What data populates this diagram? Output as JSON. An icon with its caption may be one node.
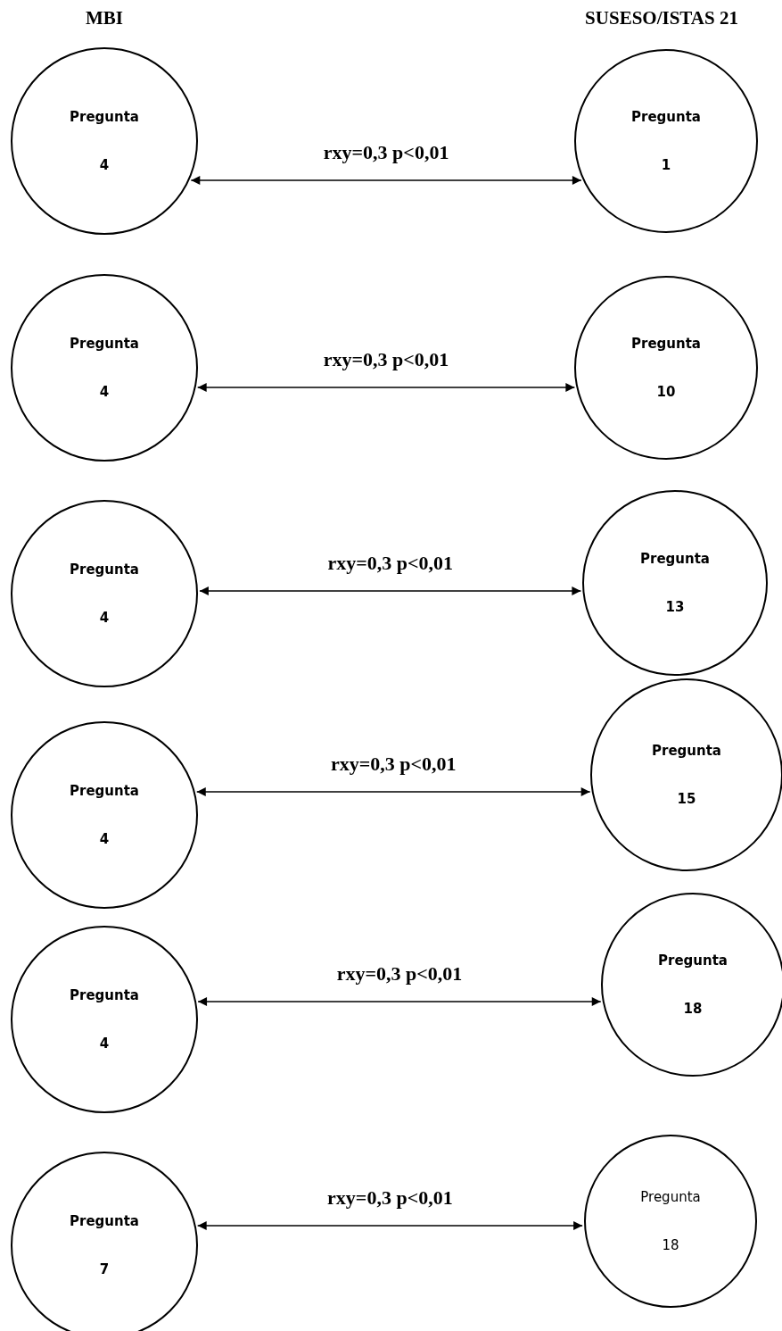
{
  "diagram": {
    "nodes": [
      {
        "text": [
          "Pregunta",
          "4"
        ]
      },
      {
        "text": [
          "Pregunta",
          "1"
        ]
      },
      {
        "text": [
          "Pregunta",
          "4"
        ]
      },
      {
        "text": [
          "Pregunta",
          "10"
        ]
      },
      {
        "text": [
          "Pregunta",
          "4"
        ]
      },
      {
        "text": [
          "Pregunta",
          "13"
        ]
      },
      {
        "text": [
          "Pregunta",
          "4"
        ]
      },
      {
        "text": [
          "Pregunta",
          "15"
        ]
      },
      {
        "text": [
          "Pregunta",
          "4"
        ]
      },
      {
        "text": [
          "Pregunta",
          "18"
        ]
      },
      {
        "text": [
          "Pregunta",
          "7"
        ]
      },
      {
        "text": [
          "Pregunta",
          "18"
        ]
      }
    ],
    "edges": [
      {
        "from": 0,
        "to": 1,
        "arrow": "both",
        "label": "rxy=0,3 p<0,01"
      },
      {
        "from": 2,
        "to": 3,
        "arrow": "both",
        "label": "rxy=0,3 p<0,01"
      },
      {
        "from": 4,
        "to": 5,
        "arrow": "both",
        "label": "rxy=0,3 p<0,01"
      },
      {
        "from": 6,
        "to": 7,
        "arrow": "both",
        "label": "rxy=0,3 p<0,01"
      },
      {
        "from": 8,
        "to": 9,
        "arrow": "both",
        "label": "rxy=0,3 p<0,01"
      },
      {
        "from": 10,
        "to": 11,
        "arrow": "both",
        "label": "rxy=0,3 p<0,01"
      }
    ],
    "labels": [
      "MBI",
      "SUSESO/ISTAS 21"
    ]
  }
}
